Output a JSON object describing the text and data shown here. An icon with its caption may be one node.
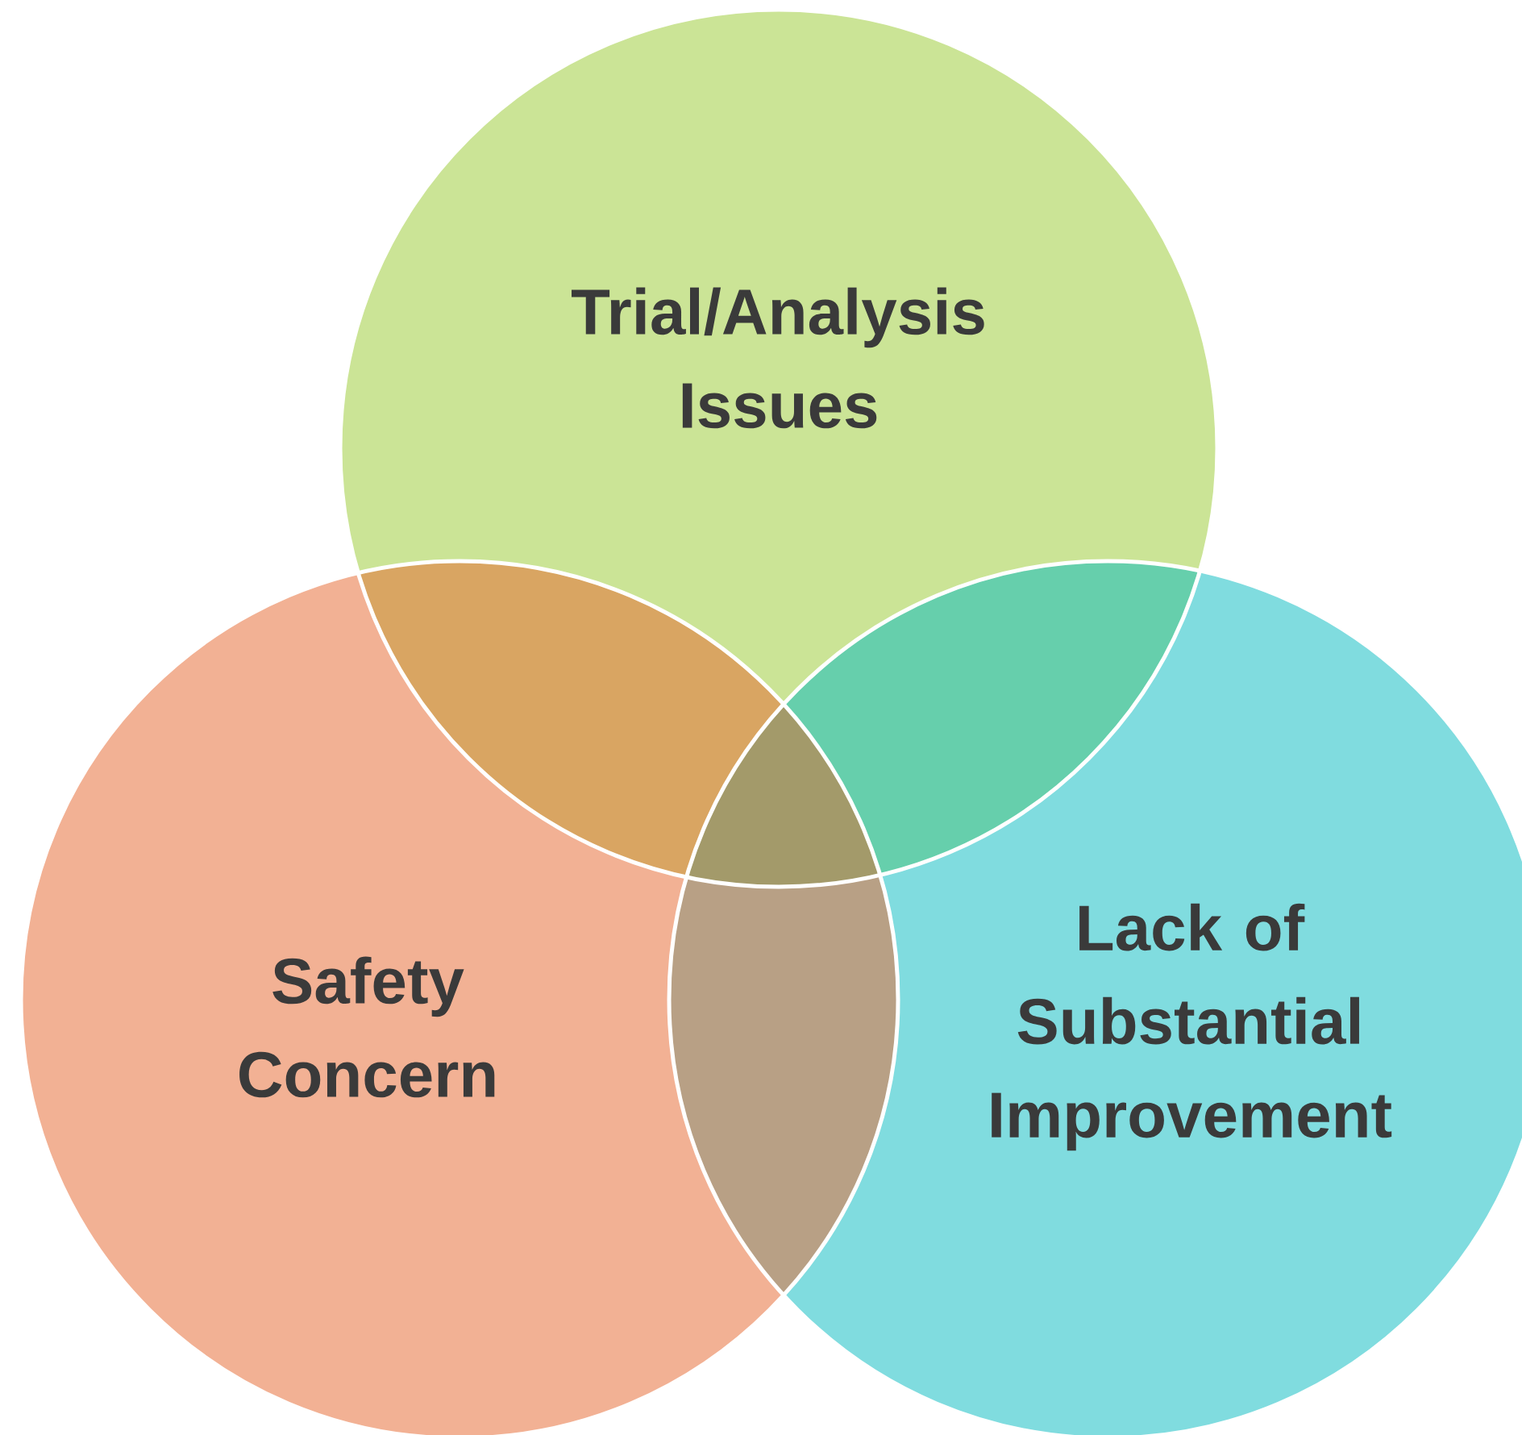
{
  "diagram": {
    "nodes": [
      {
        "text": [
          "Trial/Analysis Issues"
        ]
      },
      {
        "text": [
          "Safety Concern"
        ]
      },
      {
        "text": [
          "Lack of Substantial Improvement"
        ]
      }
    ]
  }
}
